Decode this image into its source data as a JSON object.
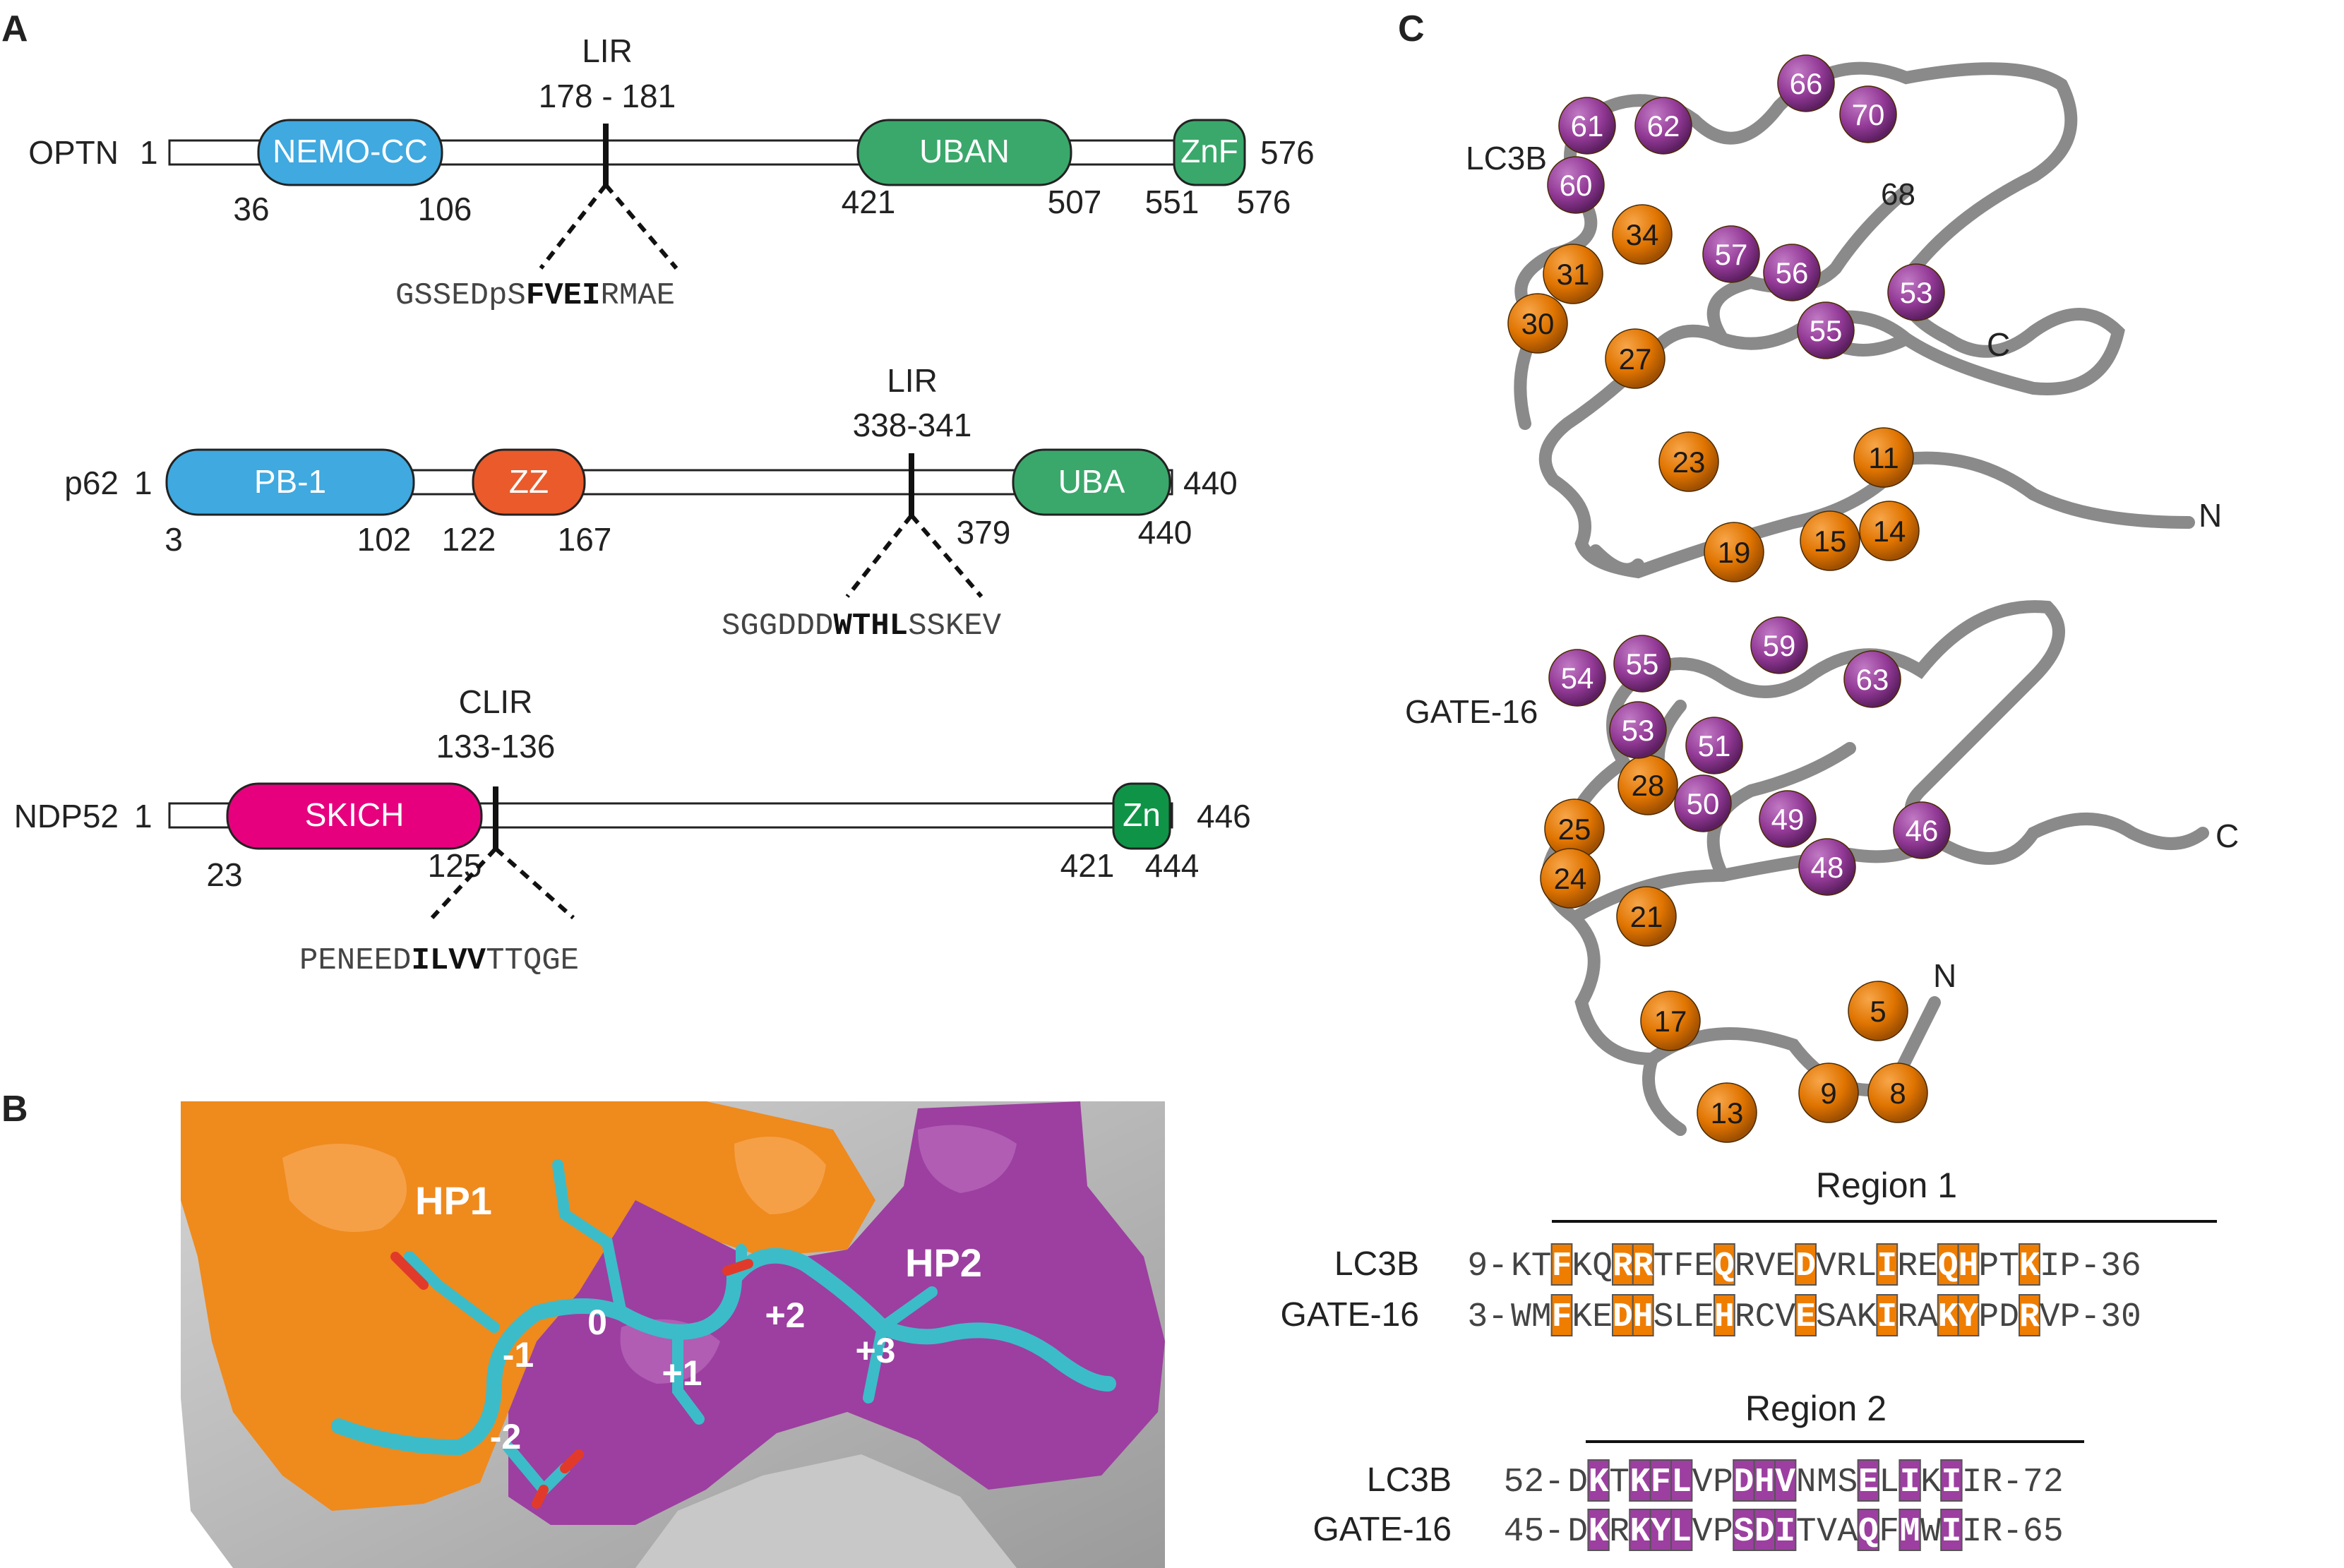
{
  "panels": {
    "a": "A",
    "b": "B",
    "c": "C"
  },
  "panel_a": {
    "optn": {
      "name": "OPTN",
      "start": "1",
      "end": "576",
      "domains": [
        "NEMO-CC",
        "UBAN",
        "ZnF"
      ],
      "positions": [
        "36",
        "106",
        "421",
        "507",
        "551",
        "576"
      ],
      "motif_label": "LIR",
      "motif_range": "178 - 181",
      "seq_pre": "GSSEDpS",
      "seq_core": "FVEI",
      "seq_post": "RMAE"
    },
    "p62": {
      "name": "p62",
      "start": "1",
      "end": "440",
      "domains": [
        "PB-1",
        "ZZ",
        "UBA"
      ],
      "positions": [
        "3",
        "102",
        "122",
        "167",
        "379",
        "440"
      ],
      "motif_label": "LIR",
      "motif_range": "338-341",
      "seq_pre": "SGGDDD",
      "seq_core": "WTHL",
      "seq_post": "SSKEV"
    },
    "ndp52": {
      "name": "NDP52",
      "start": "1",
      "end": "446",
      "domains": [
        "SKICH",
        "Zn"
      ],
      "positions": [
        "23",
        "125",
        "421",
        "444"
      ],
      "motif_label": "CLIR",
      "motif_range": "133-136",
      "seq_pre": "PENEED",
      "seq_core": "ILVV",
      "seq_post": "TTQGE"
    },
    "colors": {
      "nemo": "#3fa9e0",
      "uban": "#3aa86b",
      "znf": "#3aa86b",
      "pb1": "#3fa9e0",
      "zz": "#ea5a2a",
      "uba": "#3aa86b",
      "skich": "#e6007e",
      "zn": "#0f9447"
    }
  },
  "panel_b": {
    "hp1": "HP1",
    "hp2": "HP2",
    "positions": [
      "-2",
      "-1",
      "0",
      "+1",
      "+2",
      "+3"
    ],
    "colors": {
      "hp1_surface": "#ef8a1d",
      "hp2_surface": "#9c3fa0",
      "surface": "#b8b8b8",
      "peptide": "#3cbcc9"
    }
  },
  "panel_c": {
    "lc3b": {
      "name": "LC3B",
      "orange": [
        "34",
        "31",
        "30",
        "27",
        "23",
        "19",
        "15",
        "14",
        "11"
      ],
      "purple": [
        "61",
        "62",
        "66",
        "70",
        "60",
        "57",
        "56",
        "55",
        "53"
      ],
      "extra": "68",
      "c_term": "C",
      "n_term": "N"
    },
    "gate16": {
      "name": "GATE-16",
      "orange": [
        "28",
        "25",
        "24",
        "21",
        "17",
        "13",
        "9",
        "8",
        "5"
      ],
      "purple": [
        "54",
        "55",
        "59",
        "63",
        "53",
        "51",
        "50",
        "49",
        "48",
        "46"
      ],
      "c_term": "C",
      "n_term": "N"
    },
    "region1": {
      "title": "Region 1",
      "rows": [
        {
          "name": "LC3B",
          "start": "9-",
          "seq": "KTFKQRRTFEQRVEDVRLIREQHPTKIP",
          "end": "-36"
        },
        {
          "name": "GATE-16",
          "start": "3-",
          "seq": "WMFKEDHSLEHRCVESAKIRAKYPDRVP",
          "end": "-30"
        }
      ],
      "highlight": [
        2,
        5,
        6,
        10,
        14,
        18,
        21,
        22,
        25
      ]
    },
    "region2": {
      "title": "Region 2",
      "rows": [
        {
          "name": "LC3B",
          "start": "52-",
          "seq": "DKTKFLVPDHVNMSELIKI",
          "end": "IR-72"
        },
        {
          "name": "GATE-16",
          "start": "45-",
          "seq": "DKRKYLVPSDITVAQFMWI",
          "end": "IR-65"
        }
      ],
      "highlight": [
        1,
        3,
        4,
        5,
        8,
        9,
        10,
        14,
        16,
        18
      ]
    },
    "colors": {
      "orange": "#ef7d00",
      "purple": "#9c3fa0",
      "ribbon": "#8a8a8a"
    }
  }
}
